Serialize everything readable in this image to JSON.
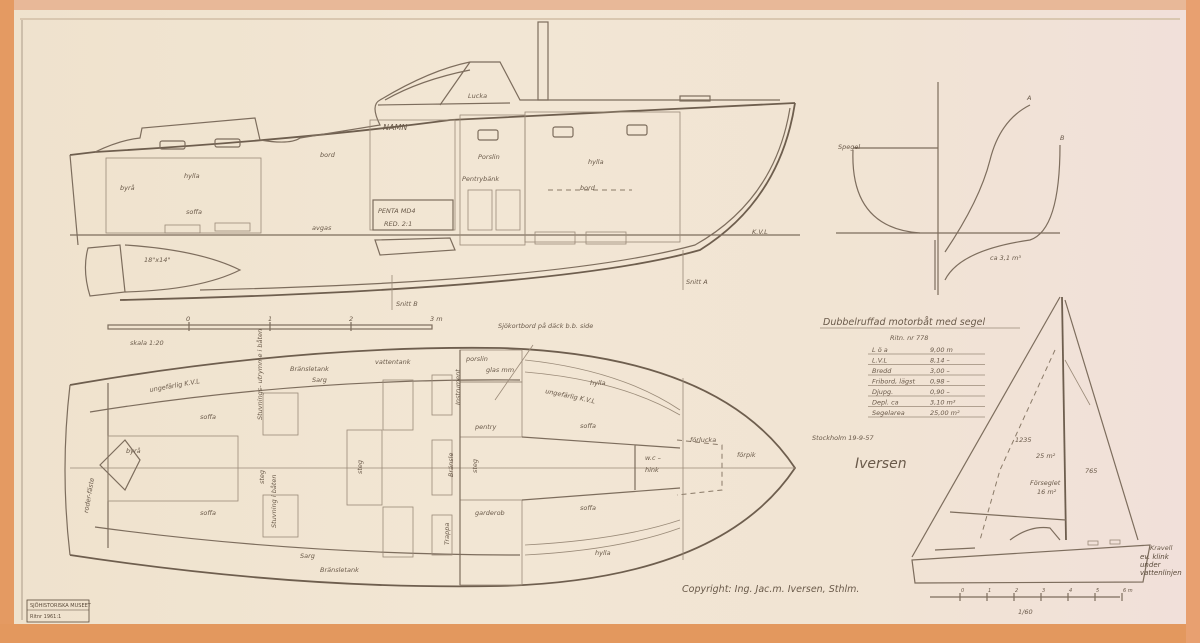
{
  "colors": {
    "paper": "#f0e4d0",
    "pencil": "#7d6d5d",
    "border": "#e49a62"
  },
  "title": "Dubbelruffad motorbåt med segel",
  "drawing_number": "Ritn. nr 778",
  "specs": [
    {
      "label": "L ö a",
      "value": "9,00 m"
    },
    {
      "label": "L.V.L",
      "value": "8,14 –"
    },
    {
      "label": "Bredd",
      "value": "3,00 –"
    },
    {
      "label": "Fribord, lägst",
      "value": "0,98 –"
    },
    {
      "label": "Djupg.",
      "value": "0,90 –"
    },
    {
      "label": "Depl. ca",
      "value": "3,10 m³"
    },
    {
      "label": "Segelarea",
      "value": "25,00 m²"
    }
  ],
  "place_date": "Stockholm 19-9-57",
  "signature": "Iversen",
  "copyright": "Copyright: Ing. Jac.m. Iversen, Sthlm.",
  "stamp": {
    "line1": "SJÖHISTORISKA MUSEET",
    "line2": "Ritnr 1961:1"
  },
  "profile": {
    "namn": "NAMN",
    "lucka": "Lucka",
    "bord_aft": "bord",
    "hylla_aft": "hylla",
    "byra": "byrå",
    "soffa": "soffa",
    "engine": "PENTA MD4",
    "reduction": "RED. 2:1",
    "argas": "avgas",
    "propeller": "18\"x14\"",
    "porslin": "Porslin",
    "hylla_fwd": "hylla",
    "pentrybank": "Pentrybänk",
    "bord_fwd": "bord",
    "kvl": "K.V.L",
    "snitt_a": "Snitt A",
    "snitt_b": "Snitt B"
  },
  "scale": {
    "ticks": [
      "0",
      "1",
      "2",
      "3 m"
    ],
    "label": "skala 1:20"
  },
  "plan": {
    "sjokortbord": "Sjökortbord på däck b.b. side",
    "bransletank_top": "Bränsletank",
    "vattentank": "vattentank",
    "sarg_top": "Sarg",
    "kvl_aft": "ungefärlig K.V.L",
    "soffa_1": "soffa",
    "byra": "byrå",
    "stuvning": "Stuvnings- utrymme i båten",
    "steg_1": "steg",
    "soffa_2": "soffa",
    "stuvning_2": "Stuvning i båten",
    "sarg_bottom": "Sarg",
    "bransletank_bottom": "Bränsletank",
    "ror": "roder-fäste",
    "steg_2": "steg",
    "instrument": "Instrument",
    "bransle": "Bränsle",
    "trappa": "Trappa",
    "porslin": "porslin",
    "glas": "glas mm",
    "pentry": "pentry",
    "steg_3": "steg",
    "garderob": "garderob",
    "hylla_top": "hylla",
    "kvl_fwd": "ungefärlig K.V.L",
    "soffa_3": "soffa",
    "wc": "w.c –",
    "hink": "hink",
    "forlucka": "förlucka",
    "forpik": "förpik",
    "soffa_4": "soffa",
    "hylla_bottom": "hylla"
  },
  "section": {
    "spegel": "Spegel",
    "a": "A",
    "b": "B",
    "displacement": "ca 3,1 m³"
  },
  "sailplan": {
    "foresail_dim": "1235",
    "area_main": "25 m²",
    "genoa": "Förseglet",
    "genoa_area": "16 m²",
    "dim_2": "765",
    "label_1": "Kravell",
    "label_2": "ev. klink under vattenlinjen",
    "scale_ticks": [
      "0",
      "1",
      "2",
      "3",
      "4",
      "5",
      "6 m"
    ],
    "scale": "1/60"
  }
}
